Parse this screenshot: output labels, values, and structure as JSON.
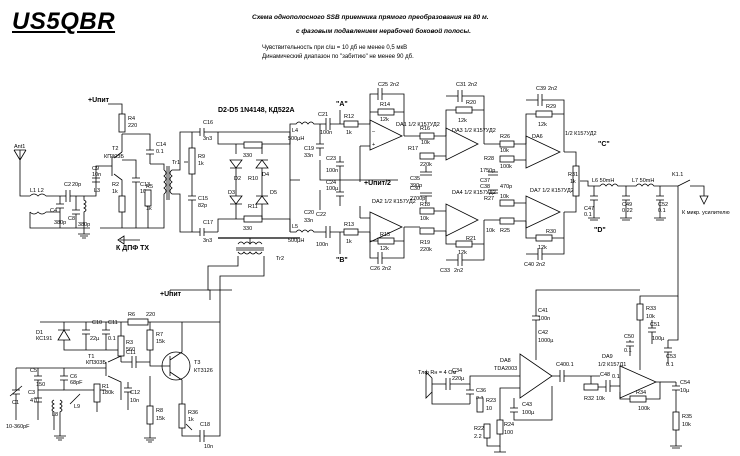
{
  "header": {
    "callsign": "US5QBR",
    "description_line1": "Схема однополосного SSB приемника прямого преобразования на 80 м.",
    "description_line2": "с фазовым подавлением нерабочей боковой полосы.",
    "spec_line1": "Чувствительность при с/ш = 10 дб не менее 0,5 мкВ",
    "spec_line2": "Динамический диапазон по \"забитию\" не менее 90 дб."
  },
  "labels": {
    "supply": "+Uпит",
    "supply_half": "+Uпит/2",
    "dpf_tx": "К ДПФ ТХ",
    "diodes": "D2-D5  1N4148, КД522А",
    "point_a": "\"А\"",
    "point_b": "\"В\"",
    "point_c": "\"С\"",
    "point_d": "\"D\"",
    "to_amp": "К микр. усилителю",
    "phones": "Тлф Rн = 4 Ом",
    "ant": "Ant1",
    "lo_cap": "10-360pF"
  },
  "components": {
    "r4": "R4",
    "r4v": "220",
    "t2": "T2",
    "t2v": "КП303Б",
    "c14": "C14",
    "c14v": "0.1",
    "c13": "C13",
    "c13v": "10n",
    "tr1": "Tr1",
    "r2": "R2",
    "r2v": "1k",
    "r5": "R5",
    "r5v": "1k",
    "c9": "C9",
    "c9v": "10n",
    "c2": "C2",
    "c2v": "20p",
    "c4": "C4",
    "c4v": "380p",
    "c8": "C8",
    "c8v": "380p",
    "l1l2": "L1 L2",
    "l3": "L3",
    "c16": "C16",
    "c16v": "3n3",
    "c15": "C15",
    "c15v": "82p",
    "c17": "C17",
    "c17v": "3n3",
    "r9": "R9",
    "r9v": "1k",
    "r10": "R10",
    "r10v": "330",
    "r11": "R11",
    "r11v": "330",
    "d2": "D2",
    "d3": "D3",
    "d4": "D4",
    "d5": "D5",
    "tr2": "Tr2",
    "l4": "L4",
    "l4v": "500µH",
    "l5": "L5",
    "l5v": "500µH",
    "c21": "C21",
    "c21v": "100n",
    "c22": "C22",
    "c22v": "100n",
    "c19": "C19",
    "c19v": "33n",
    "c20": "C20",
    "c20v": "33n",
    "c23": "C23",
    "c23v": "100n",
    "c24": "C24",
    "c24v": "100µ",
    "r12": "R12",
    "r12v": "1k",
    "r13": "R13",
    "r13v": "1k",
    "r14": "R14",
    "r14v": "12k",
    "r15": "R15",
    "r15v": "12k",
    "c25": "C25",
    "c25v": "2n2",
    "c26": "C26",
    "c26v": "2n2",
    "da1": "DA1 1/2 К157УД2",
    "da2": "DA2 1/2 К157УД2",
    "r16": "R16",
    "r16v": "10k",
    "r17": "R17",
    "r17v": "220k",
    "r18": "R18",
    "r18v": "10k",
    "r19": "R19",
    "r19v": "220k",
    "c35": "C35",
    "c35v": "390p",
    "c30": "C30",
    "c30v": "2700p",
    "r20": "R20",
    "r20v": "12k",
    "r21": "R21",
    "r21v": "12k",
    "c31": "C31",
    "c31v": "2n2",
    "c33": "C33",
    "c33v": "2n2",
    "da3": "DA3 1/2 К157УД2",
    "da4": "DA4 1/2 К157УД2",
    "r26": "R26",
    "r26v": "10k",
    "r27": "R27",
    "r27v": "10k",
    "r28": "R28",
    "r28v": "100k",
    "r25": "R25",
    "r25v": "10k",
    "c37": "C37",
    "c37v": "1750p",
    "c38": "C38",
    "c38v": "470p",
    "r29": "R29",
    "r29v": "12k",
    "r30": "R30",
    "r30v": "12k",
    "c39": "C39",
    "c39v": "2n2",
    "c40": "C40",
    "c40v": "2n2",
    "da6": "DA6",
    "da6v": "1/2 К157УД2",
    "da7": "DA7 1/2 К157УД2",
    "r31": "R31",
    "r31v": "1k",
    "c47": "C47",
    "c47v": "0.1",
    "l6": "L6 50mH",
    "l7": "L7 50mH",
    "c49": "C49",
    "c49v": "0.22",
    "c52": "C52",
    "c52v": "0.1",
    "k1": "K1.1",
    "d1": "D1",
    "d1v": "КС191",
    "c10": "C10",
    "c10v": "22µ",
    "c11": "C11",
    "c11v": "0.1",
    "r6": "R6",
    "r6v": "220",
    "r3": "R3",
    "r3v": "560",
    "t1": "T1",
    "t1v": "КП303Б",
    "c6": "C6",
    "c6v": "68pF",
    "c5": "C5",
    "c5v": "150",
    "c3": "C3",
    "c3v": "470",
    "c1": "C1",
    "r1": "R1",
    "r1v": "180k",
    "l8": "L8",
    "l9": "L9",
    "r7": "R7",
    "r7v": "15k",
    "t3": "T3",
    "t3v": "КТ3126",
    "c12": "C12",
    "c12v": "10n",
    "r8": "R8",
    "r8v": "15k",
    "r36": "R36",
    "r36v": "1k",
    "c18": "C18",
    "c18v": "10n",
    "c41": "C41",
    "c41v": "100n",
    "c42": "C42",
    "c42v": "1000µ",
    "da8": "DA8",
    "da8v": "TDA2003",
    "c34": "C34",
    "c34v": "220µ",
    "c36": "C36",
    "c36v": "0.1",
    "r23": "R23",
    "r23v": "10",
    "c46": "C46",
    "c46v": "0.1",
    "c43": "C43",
    "c43v": "100µ",
    "r22": "R22",
    "r22v": "2.2",
    "r24": "R24",
    "r24v": "100",
    "r32": "R32",
    "r32v": "10k",
    "c48": "C48",
    "c48v": "0.1",
    "da9": "DA9",
    "da9v": "1/2 К157Д1",
    "r34": "R34",
    "r34v": "100k",
    "r33": "R33",
    "r33v": "10k",
    "c50": "C50",
    "c50v": "0.1",
    "c51": "C51",
    "c51v": "100µ",
    "c53": "C53",
    "c53v": "0.1",
    "c54": "C54",
    "c54v": "10µ",
    "r35": "R35",
    "r35v": "10k"
  }
}
